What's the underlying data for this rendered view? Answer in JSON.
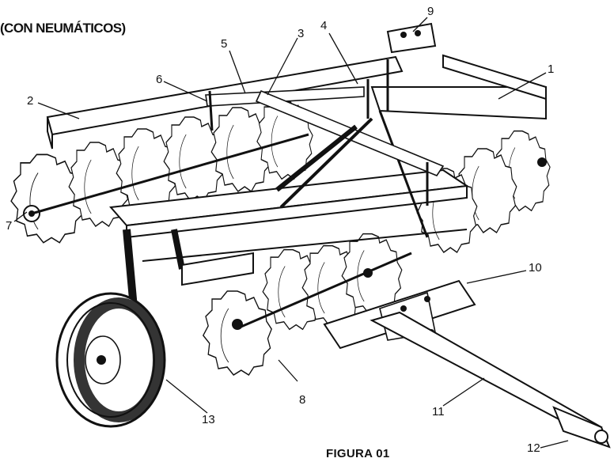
{
  "title": "(CON NEUMÁTICOS)",
  "caption": "FIGURA 01",
  "callouts": [
    "1",
    "2",
    "3",
    "4",
    "5",
    "6",
    "7",
    "8",
    "9",
    "10",
    "11",
    "12",
    "13"
  ],
  "colors": {
    "ink": "#111111",
    "paper": "#ffffff"
  }
}
